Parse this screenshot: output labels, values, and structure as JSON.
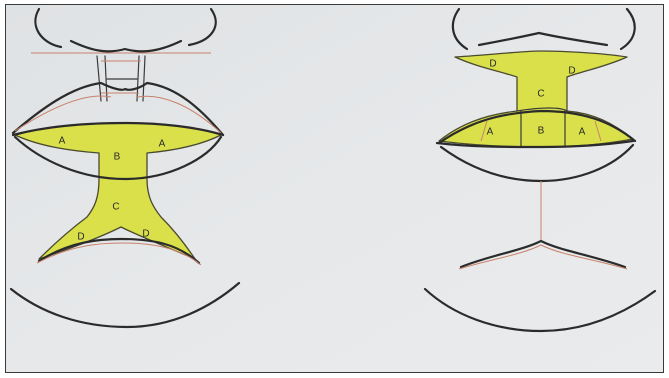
{
  "colors": {
    "paper": "#e3e6e8",
    "ink": "#2b2b2b",
    "flap_fill": "#d9e04a",
    "incision_red": "#c9826b"
  },
  "left_drawing": {
    "labels": {
      "a_left": "A",
      "a_right": "A",
      "b": "B",
      "c": "C",
      "d_left": "D",
      "d_right": "D"
    }
  },
  "right_drawing": {
    "labels": {
      "d_left": "D",
      "d_right": "D",
      "c": "C",
      "a_left": "A",
      "b": "B",
      "a_right": "A"
    }
  }
}
